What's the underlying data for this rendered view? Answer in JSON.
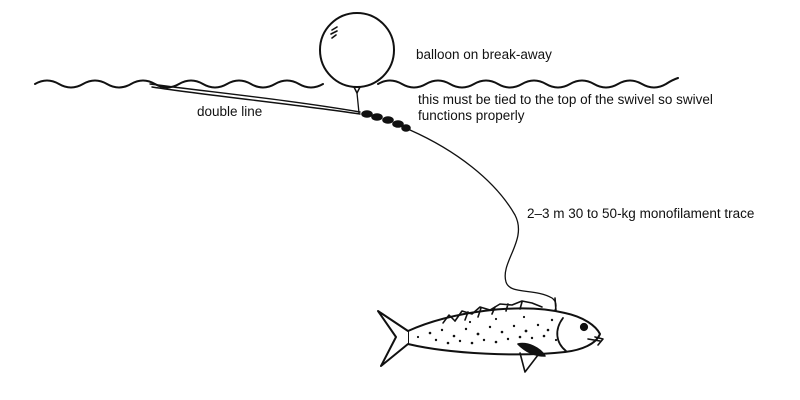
{
  "diagram": {
    "labels": {
      "balloon": "balloon on break-away",
      "double_line": "double line",
      "tie_line1": "this must be tied to the top of the swivel so swivel",
      "tie_line2": "functions properly",
      "trace": "2–3 m 30 to 50-kg monofilament trace"
    },
    "colors": {
      "ink": "#111111",
      "background": "#ffffff"
    }
  }
}
